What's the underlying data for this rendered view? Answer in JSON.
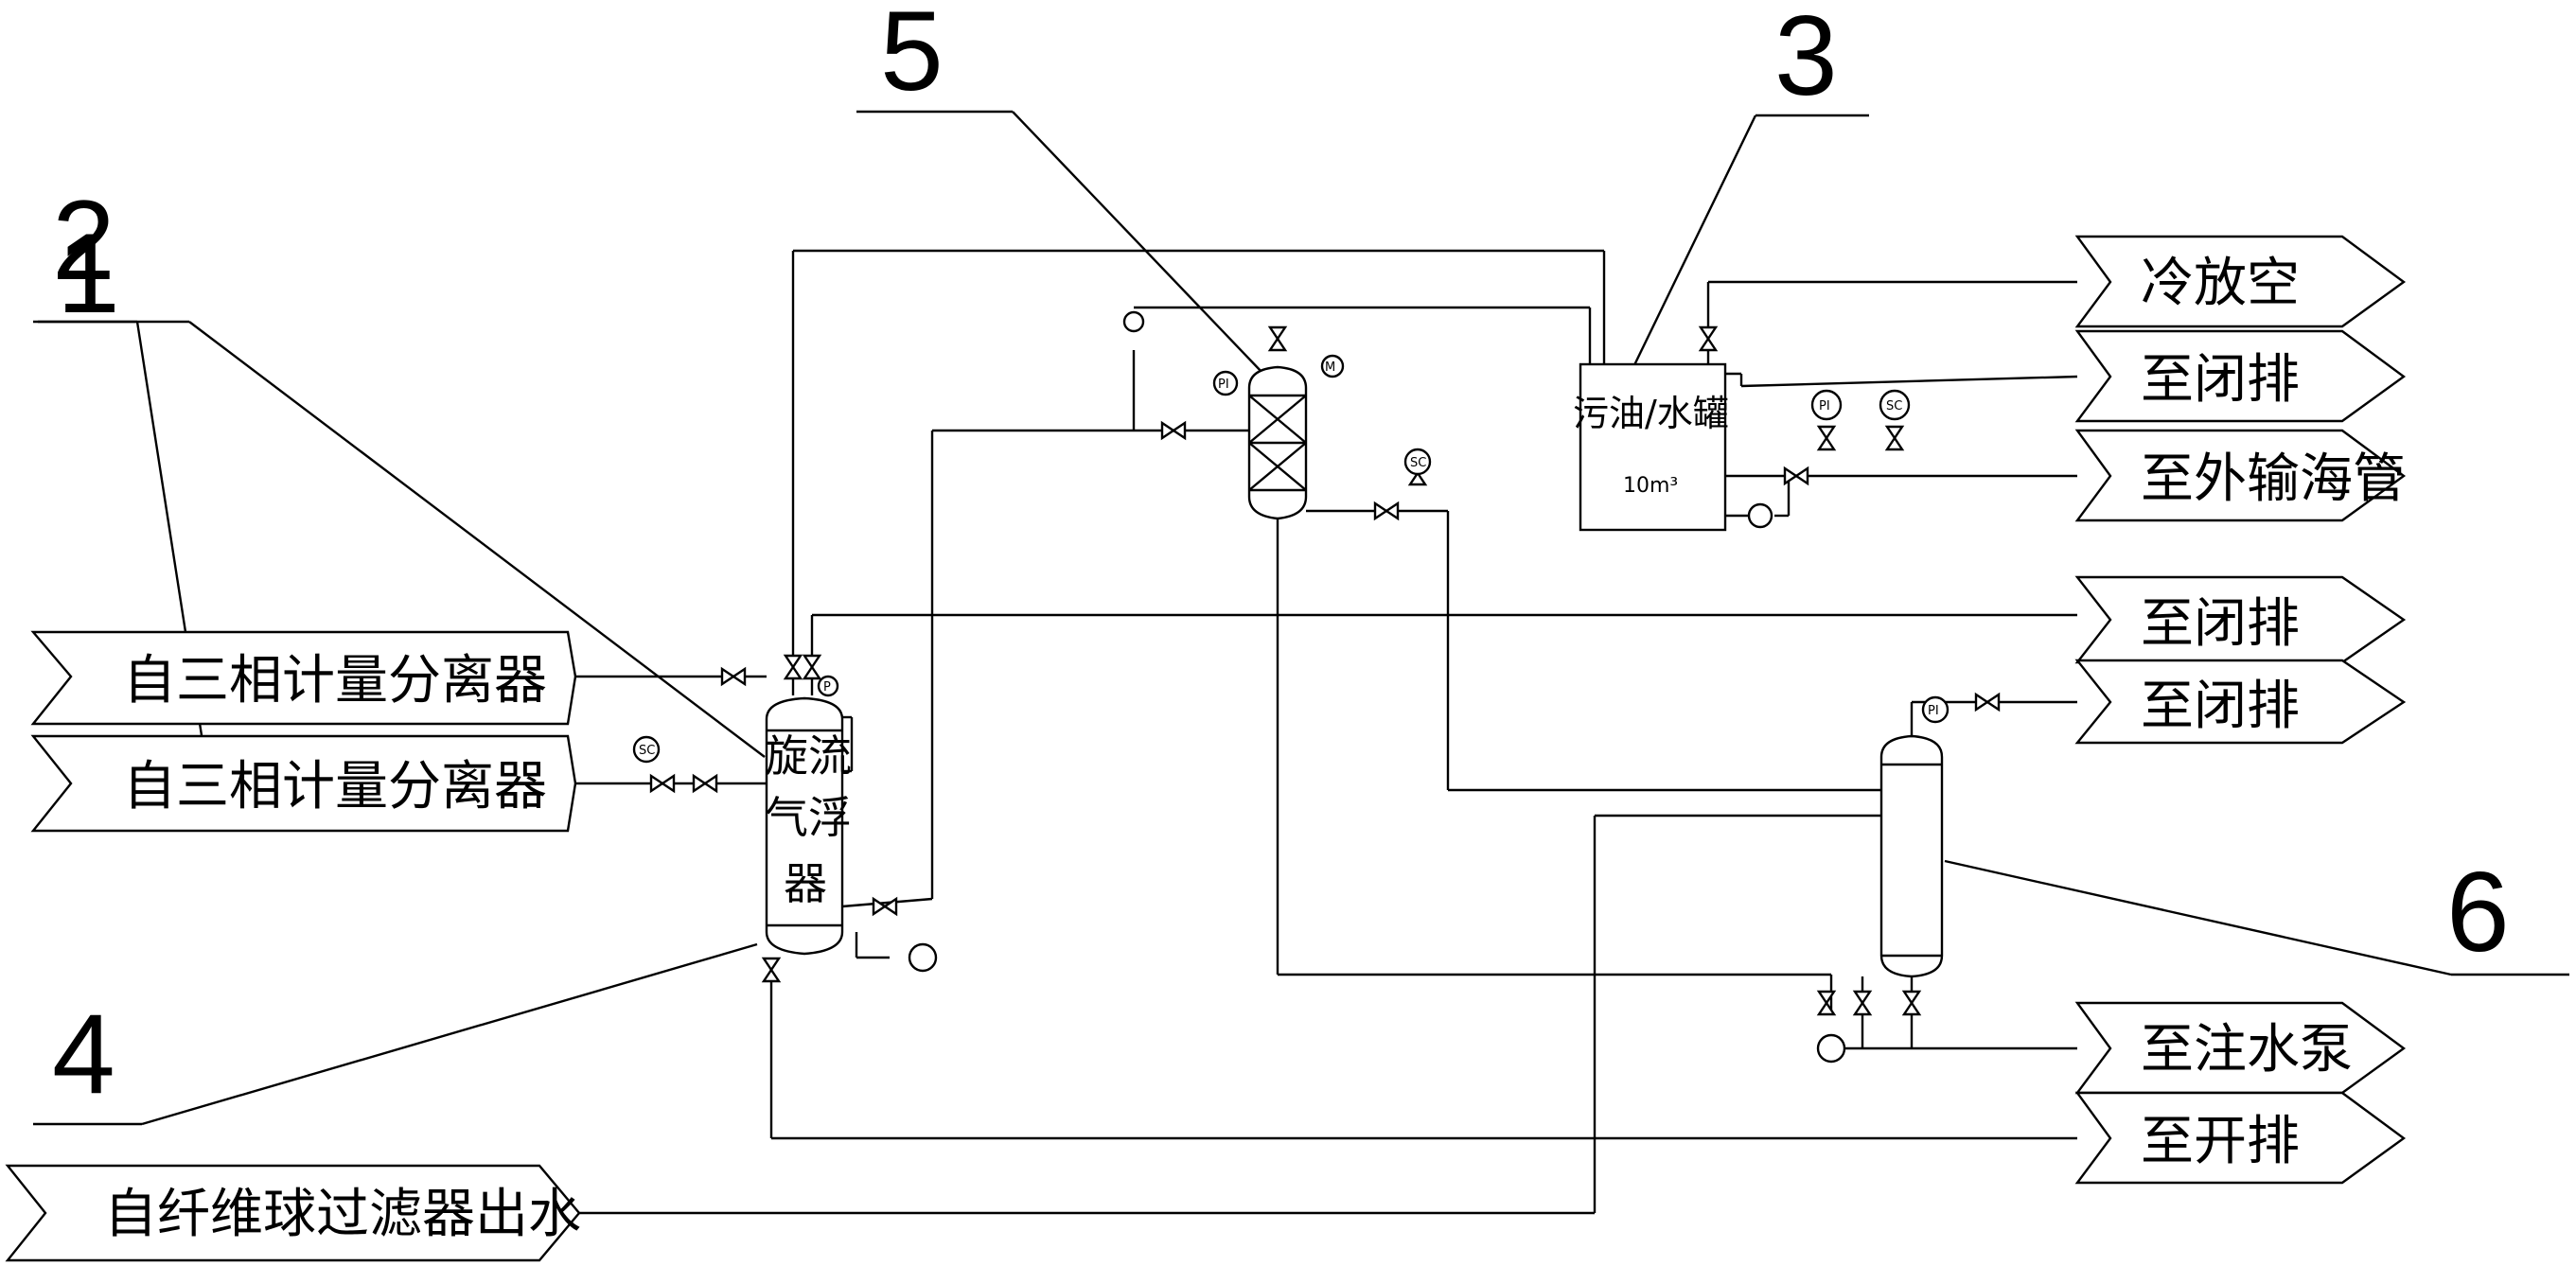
{
  "callouts": {
    "n1": "1",
    "n2": "2",
    "n3": "3",
    "n4": "4",
    "n5": "5",
    "n6": "6"
  },
  "inputs": {
    "separator_a": "自三相计量分离器",
    "separator_b": "自三相计量分离器",
    "fiber_filter": "自纤维球过滤器出水"
  },
  "outputs": {
    "cold_vent": "冷放空",
    "closed_drain_1": "至闭排",
    "subsea_pipe": "至外输海管",
    "closed_drain_2": "至闭排",
    "closed_drain_3": "至闭排",
    "injection_pump": "至注水泵",
    "open_drain": "至开排"
  },
  "equipment": {
    "flotation_l1": "旋流",
    "flotation_l2": "气浮",
    "flotation_l3": "器",
    "tank_name": "污油/水罐",
    "tank_volume": "10m³"
  },
  "instruments": {
    "pi": "PI",
    "sc": "SC",
    "p": "P",
    "m": "M"
  }
}
